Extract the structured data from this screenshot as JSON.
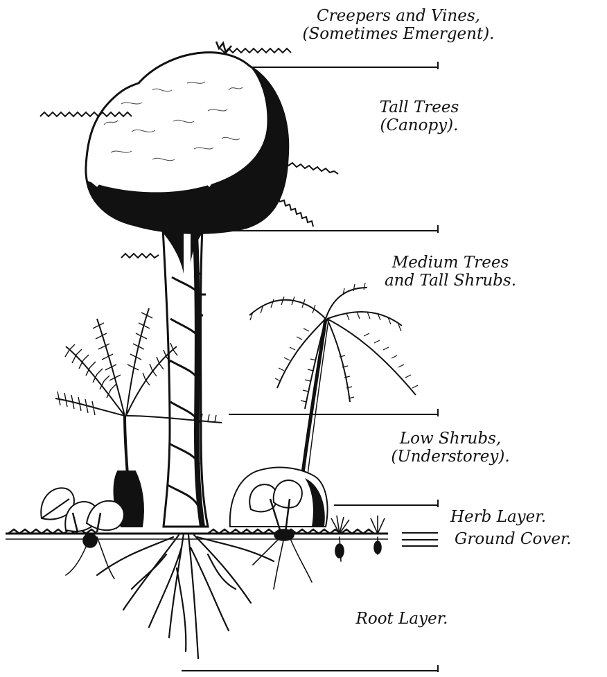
{
  "labels": {
    "creepers": {
      "line1": "Creepers and Vines,",
      "line2": "(Sometimes Emergent)."
    },
    "canopy": {
      "line1": "Tall Trees",
      "line2": "(Canopy)."
    },
    "medium": {
      "line1": "Medium Trees",
      "line2": "and Tall Shrubs."
    },
    "low": {
      "line1": "Low Shrubs,",
      "line2": "(Understorey)."
    },
    "herb": {
      "line1": "Herb Layer."
    },
    "ground": {
      "line1": "Ground Cover."
    },
    "root": {
      "line1": "Root Layer."
    }
  },
  "colors": {
    "ink": "#111111",
    "paper": "#ffffff"
  }
}
